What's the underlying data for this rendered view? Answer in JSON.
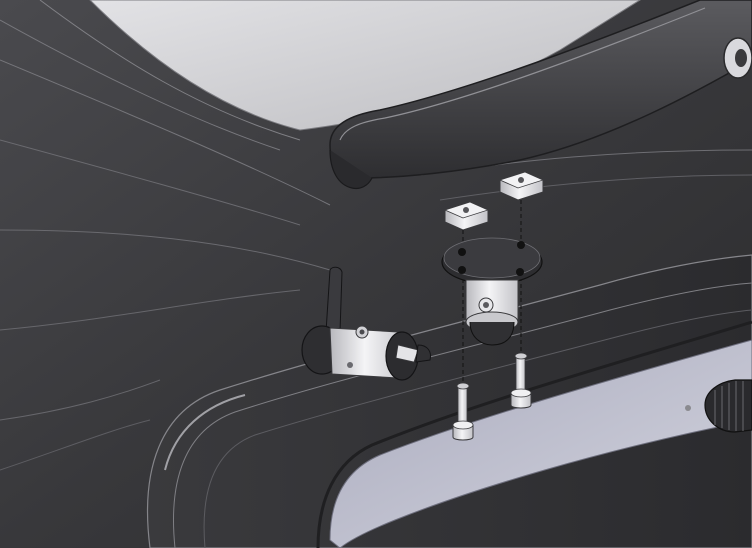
{
  "figure": {
    "kind": "exploded-assembly-illustration",
    "colors": {
      "background": "#ffffff",
      "upholstery_dark": "#2f2f31",
      "upholstery_mid": "#3d3d40",
      "upholstery_light": "#5a5a5e",
      "edge_line": "#8a8a8f",
      "glass": "#cfcfd3",
      "side_panel": "#b7b8c8",
      "metal": "#e6e6e9",
      "metal_shadow": "#a9a9ae",
      "dashed_line": "#1a1a1a"
    },
    "parts": [
      {
        "name": "seat-cushion-icon"
      },
      {
        "name": "armrest-icon"
      },
      {
        "name": "t-slot-nut-icon",
        "count": 2
      },
      {
        "name": "clamp-mount-icon"
      },
      {
        "name": "swivel-joint-icon"
      },
      {
        "name": "cap-screw-icon",
        "count": 2
      },
      {
        "name": "adjustment-knob-icon"
      }
    ]
  }
}
